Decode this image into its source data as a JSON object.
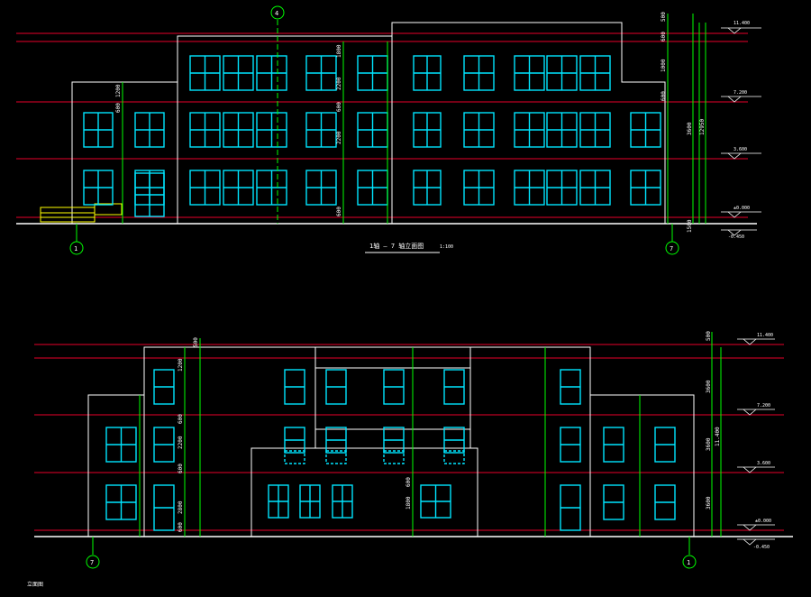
{
  "colors": {
    "background": "#000000",
    "building_outline": "#ffffff",
    "window": "#00e5ff",
    "level_line": "#e8002a",
    "dimension": "#00ff00",
    "grid_bubble": "#00ff00",
    "ground": "#ffffff",
    "hatch": "#ffff00"
  },
  "top_elevation": {
    "title": "1轴 — 7 轴立面图",
    "scale": "1:100",
    "grid_left": "1",
    "grid_right": "7",
    "grid_top": "4",
    "levels": [
      "11.400",
      "7.200",
      "3.600",
      "±0.000",
      "-0.450"
    ],
    "dims_right": [
      "500",
      "600",
      "1000",
      "600",
      "3600",
      "12950",
      "1500"
    ],
    "dims_mid": [
      "1200",
      "600",
      "1800",
      "2200",
      "600",
      "2200",
      "600"
    ]
  },
  "bottom_elevation": {
    "title": "立面图",
    "grid_left": "7",
    "grid_right": "1",
    "levels": [
      "11.400",
      "7.200",
      "3.600",
      "±0.000",
      "-0.450"
    ],
    "dims_right": [
      "500",
      "3600",
      "3600",
      "3600",
      "11.400"
    ],
    "dims_mid": [
      "1200",
      "600",
      "2200",
      "600",
      "2800",
      "600",
      "500",
      "600",
      "1800"
    ]
  }
}
